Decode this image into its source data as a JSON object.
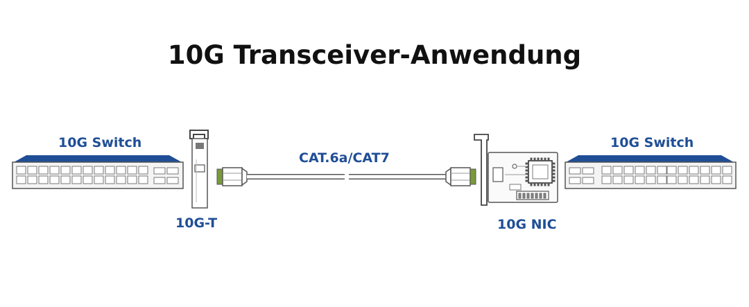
{
  "title": "10G Transceiver-Anwendung",
  "labels": {
    "left_switch": "10G Switch",
    "transceiver": "10G-T",
    "cable": "CAT.6a/CAT7",
    "nic": "10G NIC",
    "right_switch": "10G Switch"
  },
  "colors": {
    "accent": "#1f4e96",
    "title": "#111111",
    "outline": "#555555",
    "switch_top": "#1f4e96",
    "connector_green": "#7a9a3a"
  },
  "icons": [
    "switch-icon",
    "sfp-transceiver-icon",
    "rj45-cable-icon",
    "network-card-icon"
  ]
}
